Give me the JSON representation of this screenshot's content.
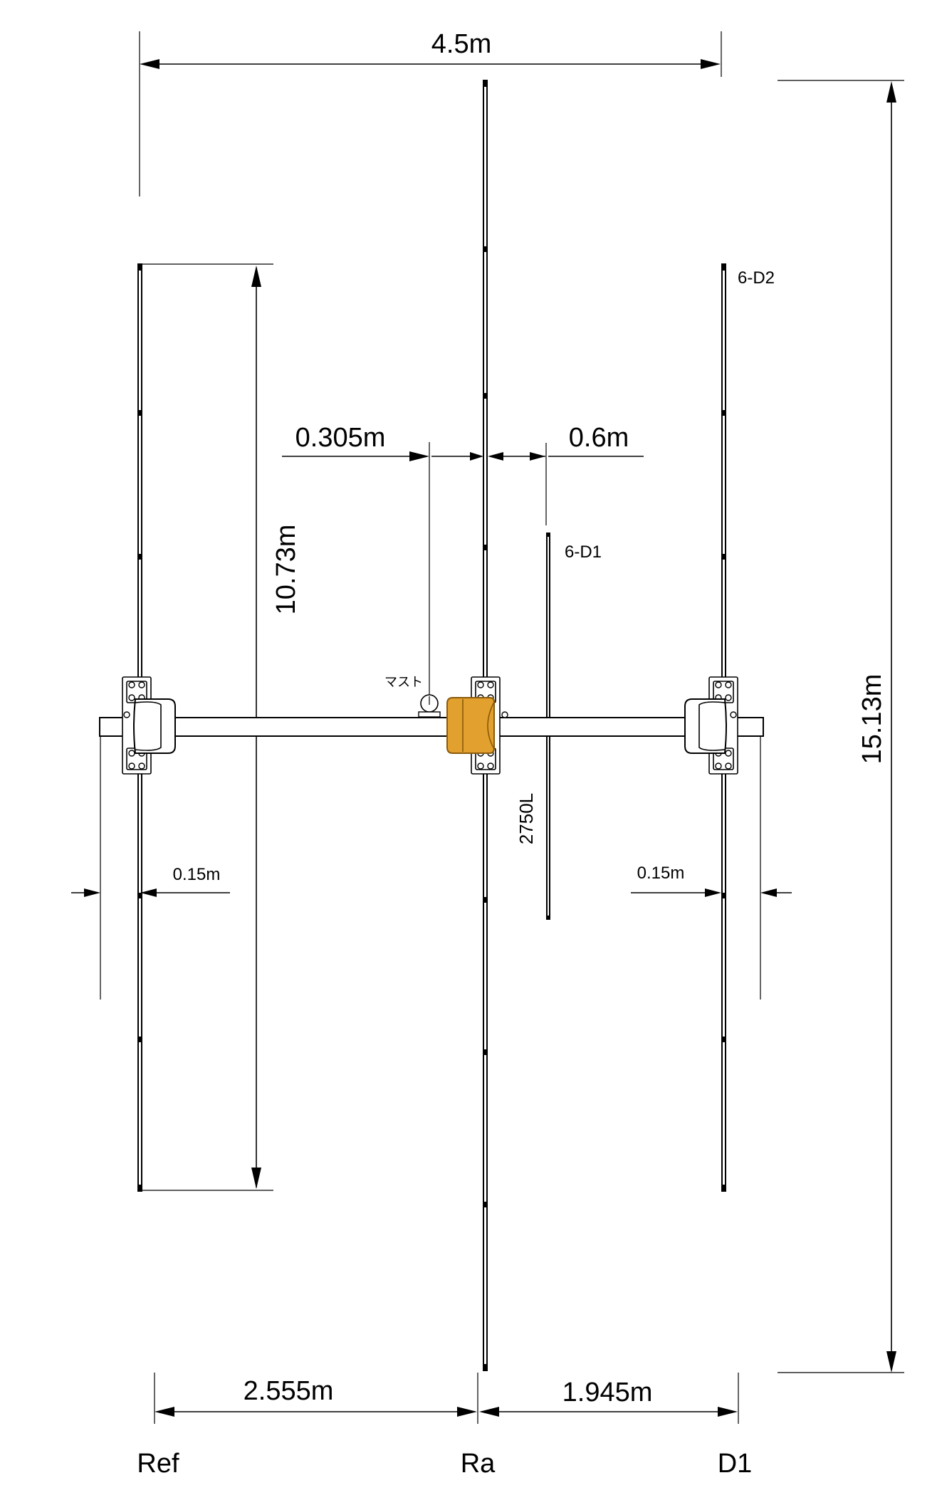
{
  "dimensions": {
    "overall_width": "4.5m",
    "overall_height": "15.13m",
    "ref_length": "10.73m",
    "mast_offset": "0.305m",
    "stub_offset": "0.6m",
    "ref_tip_gap": "0.15m",
    "d1_tip_gap": "0.15m",
    "ref_to_ra": "2.555m",
    "ra_to_d1": "1.945m"
  },
  "labels": {
    "mast": "マスト",
    "stub_part": "6-D1",
    "d1_part": "6-D2",
    "stub_length": "2750L",
    "ref": "Ref",
    "ra": "Ra",
    "d1": "D1"
  },
  "colors": {
    "line": "#000000",
    "feed_box": "#E2A02E",
    "feed_box_edge": "#8A5A0C",
    "background": "#ffffff"
  }
}
